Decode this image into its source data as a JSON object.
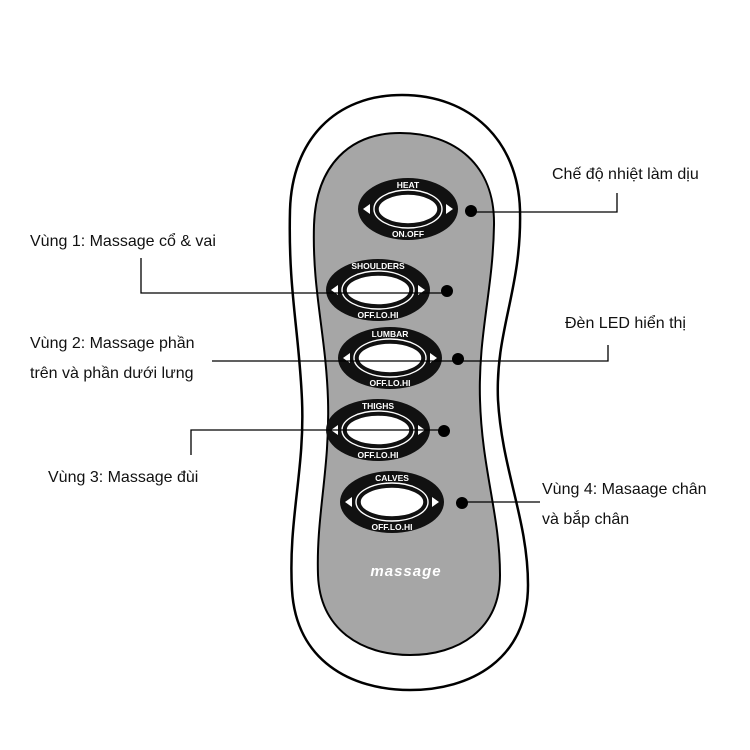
{
  "remote": {
    "brand": "massage",
    "buttons": [
      {
        "top_label": "HEAT",
        "bottom_label": "ON.OFF"
      },
      {
        "top_label": "SHOULDERS",
        "bottom_label": "OFF.LO.HI"
      },
      {
        "top_label": "LUMBAR",
        "bottom_label": "OFF.LO.HI"
      },
      {
        "top_label": "THIGHS",
        "bottom_label": "OFF.LO.HI"
      },
      {
        "top_label": "CALVES",
        "bottom_label": "OFF.LO.HI"
      }
    ]
  },
  "annotations": {
    "heat_mode": "Chế độ nhiệt làm dịu",
    "zone1": "Vùng 1: Massage cổ & vai",
    "led": "Đèn LED hiển thị",
    "zone2_line1": "Vùng 2: Massage phần",
    "zone2_line2": "trên và phần dưới lưng",
    "zone3": "Vùng 3: Massage đùi",
    "zone4_line1": "Vùng 4: Masaage chân",
    "zone4_line2": "và bắp chân"
  },
  "colors": {
    "panel": "#a6a6a6",
    "outline": "#000000",
    "button_ring": "#111111",
    "button_face": "#ffffff"
  }
}
